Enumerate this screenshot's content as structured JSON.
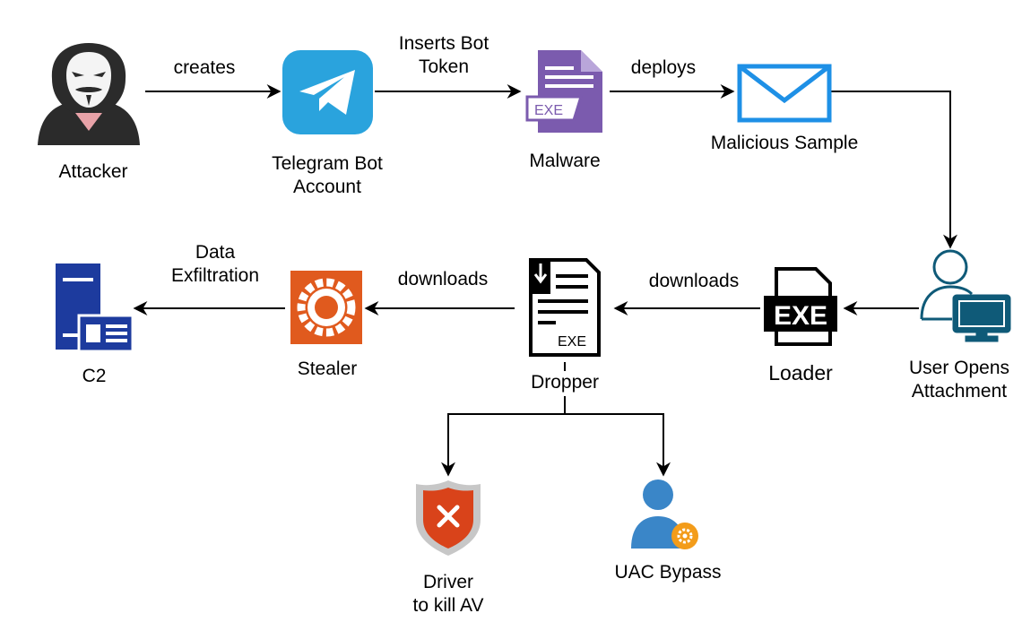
{
  "nodes": {
    "attacker": {
      "label": "Attacker"
    },
    "telegram": {
      "label_line1": "Telegram Bot",
      "label_line2": "Account"
    },
    "malware": {
      "label": "Malware",
      "badge": "EXE"
    },
    "sample": {
      "label": "Malicious Sample"
    },
    "user": {
      "label_line1": "User Opens",
      "label_line2": "Attachment"
    },
    "loader": {
      "label": "Loader",
      "badge": "EXE"
    },
    "dropper": {
      "label": "Dropper",
      "badge": "EXE"
    },
    "stealer": {
      "label": "Stealer"
    },
    "c2": {
      "label": "C2"
    },
    "driver": {
      "label_line1": "Driver",
      "label_line2": "to kill AV"
    },
    "uac": {
      "label": "UAC Bypass"
    }
  },
  "edges": {
    "creates": "creates",
    "inserts_line1": "Inserts Bot",
    "inserts_line2": "Token",
    "deploys": "deploys",
    "downloads_loader": "downloads",
    "downloads_dropper": "downloads",
    "exfil_line1": "Data",
    "exfil_line2": "Exfiltration"
  },
  "colors": {
    "telegram": "#2AA3DD",
    "malware": "#7B5BAE",
    "mail": "#1E90E6",
    "user": "#0F5A78",
    "stealer": "#E05A1E",
    "c2": "#1D3B9E",
    "shield": "#D9431A",
    "uac": "#3A86C8",
    "uac_gear": "#F39C1A"
  }
}
